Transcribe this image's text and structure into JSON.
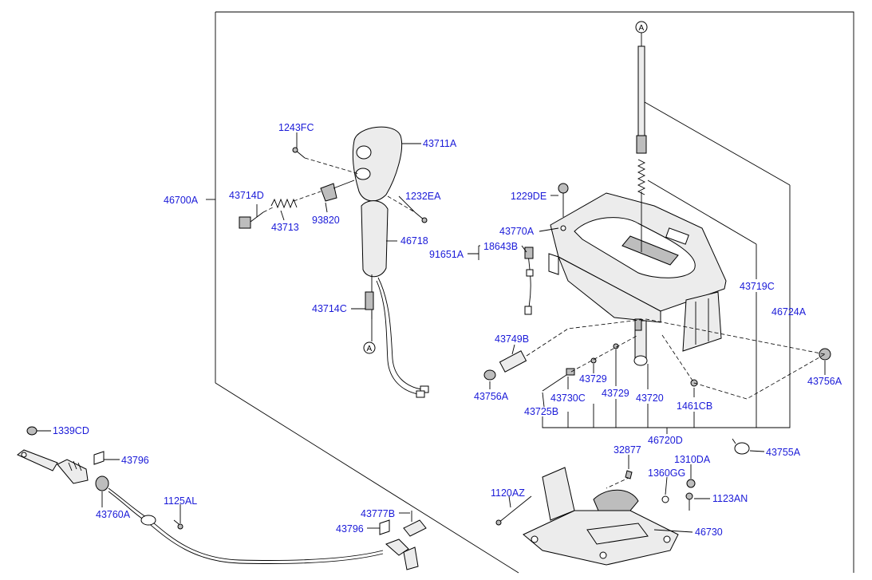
{
  "ref_marker": "A",
  "labels": {
    "p1243FC": "1243FC",
    "p43711A": "43711A",
    "p46700A": "46700A",
    "p43714D": "43714D",
    "p43713": "43713",
    "p93820": "93820",
    "p1232EA": "1232EA",
    "p46718": "46718",
    "p43714C": "43714C",
    "p1229DE": "1229DE",
    "p43770A": "43770A",
    "p18643B": "18643B",
    "p91651A": "91651A",
    "p43719C": "43719C",
    "p46724A": "46724A",
    "p43749B": "43749B",
    "p43756A_left": "43756A",
    "p43756A_right": "43756A",
    "p43729_a": "43729",
    "p43729_b": "43729",
    "p43730C": "43730C",
    "p43725B": "43725B",
    "p43720": "43720",
    "p1461CB": "1461CB",
    "p46720D": "46720D",
    "p43755A": "43755A",
    "p1339CD": "1339CD",
    "p43796_top": "43796",
    "p43796_bottom": "43796",
    "p43760A": "43760A",
    "p1125AL": "1125AL",
    "p43777B": "43777B",
    "p32877": "32877",
    "p1310DA": "1310DA",
    "p1360GG": "1360GG",
    "p1123AN": "1123AN",
    "p1120AZ": "1120AZ",
    "p46730": "46730"
  }
}
